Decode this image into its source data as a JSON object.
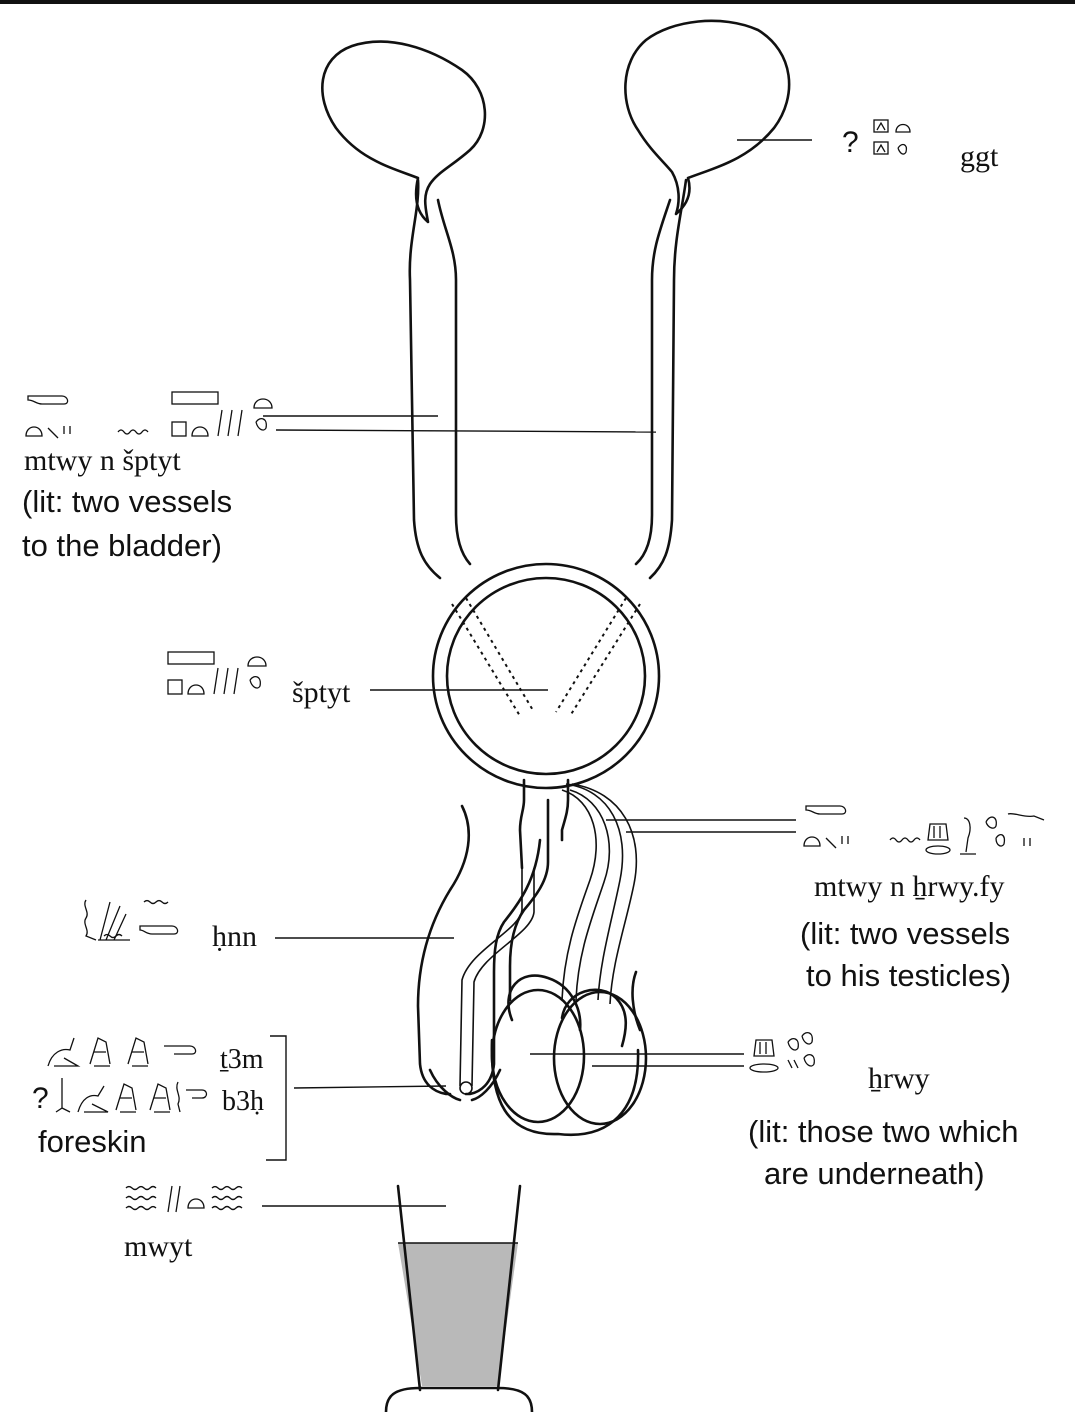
{
  "top_border_color": "#111111",
  "urine_fill_color": "#b9b9b9",
  "kidney": {
    "question": "?",
    "translit": "ggt"
  },
  "ureters": {
    "translit": "mtwy n šptyt",
    "gloss_line1": "(lit: two vessels",
    "gloss_line2": "to the bladder)"
  },
  "bladder": {
    "translit": "šptyt"
  },
  "spermatic_vessels": {
    "translit": "mtwy n ẖrwy.fy",
    "gloss_line1": "(lit: two vessels",
    "gloss_line2": "to his testicles)"
  },
  "penis": {
    "translit": "ḥnn"
  },
  "foreskin": {
    "translit_1": "ṯ3m",
    "question": "?",
    "translit_2": "b3ḥ",
    "label": "foreskin"
  },
  "testicles": {
    "translit": "ẖrwy",
    "gloss_line1": "(lit: those two which",
    "gloss_line2": "are underneath)"
  },
  "urine": {
    "translit": "mwyt"
  },
  "icons": [
    "hieroglyph-group-icon"
  ]
}
